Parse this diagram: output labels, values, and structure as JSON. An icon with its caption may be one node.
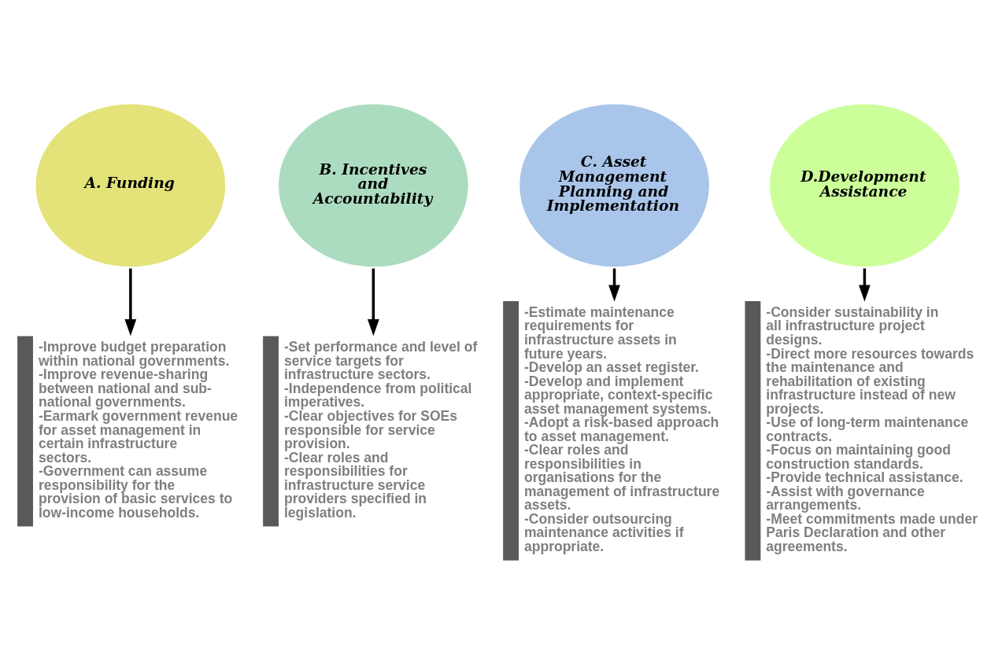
{
  "diagram": {
    "nodes": [
      {
        "text": [
          "A. Funding"
        ]
      },
      {
        "text": [
          "B. Incentives and Accountability"
        ]
      },
      {
        "text": [
          "C. Asset Management Planning and Implementation"
        ]
      },
      {
        "text": [
          "D.Development Assistance"
        ]
      },
      {
        "text": [
          "-Improve budget preparation within national governments.",
          "-Improve revenue-sharing between national and sub-national governments.",
          "-Earmark government revenue for asset management in certain infrastructure sectors.",
          "-Government can assume responsibility for the provision of basic services to low-income households."
        ]
      },
      {
        "text": [
          "-Set performance and level of service targets for infrastructure sectors.",
          "-Independence from political imperatives.",
          "-Clear objectives for SOEs responsible for service provision.",
          "-Clear roles and responsibilities for infrastructure service providers specified in legislation."
        ]
      },
      {
        "text": [
          "-Estimate maintenance requirements for infrastructure assets in future years.",
          "-Develop an asset register.",
          "-Develop and implement appropriate, context-specific asset management systems.",
          "-Adopt a risk-based approach to asset management.",
          "-Clear roles and responsibilities in organisations for the management of infrastructure assets.",
          "-Consider outsourcing maintenance activities if appropriate."
        ]
      },
      {
        "text": [
          "-Consider sustainability in all infrastructure project designs.",
          "-Direct more resources towards the maintenance and rehabilitation of existing infrastructure instead of new projects.",
          "-Use of long-term maintenance contracts.",
          "-Focus on maintaining good construction standards.",
          "-Provide technical assistance.",
          "-Assist with governance arrangements.",
          "-Meet commitments made under Paris Declaration and other agreements."
        ]
      }
    ],
    "edges": [
      {
        "from": 0,
        "to": 4,
        "arrow": "to"
      },
      {
        "from": 1,
        "to": 5,
        "arrow": "to"
      },
      {
        "from": 2,
        "to": 6,
        "arrow": "to"
      },
      {
        "from": 3,
        "to": 7,
        "arrow": "to"
      }
    ]
  }
}
